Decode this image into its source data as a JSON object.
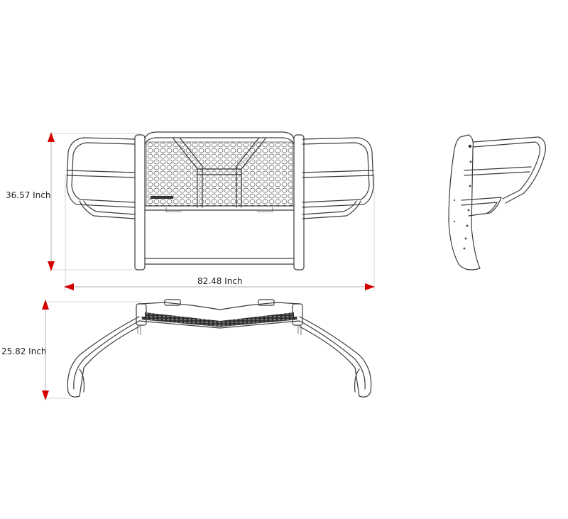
{
  "dimensions": {
    "height": "36.57 Inch",
    "width": "82.48 Inch",
    "depth": "25.82 Inch"
  },
  "colors": {
    "arrow": "#d40000",
    "line": "#3a3a3a",
    "extension": "#c9c9c9"
  }
}
